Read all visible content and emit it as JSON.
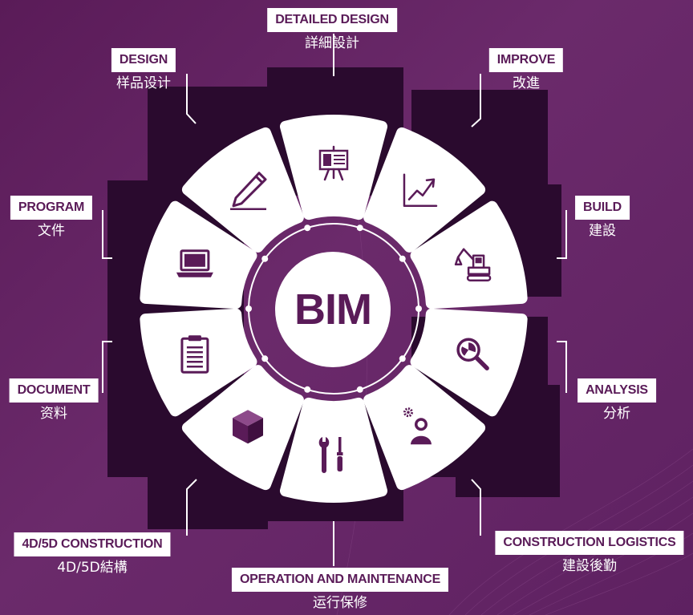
{
  "center": {
    "text": "BIM"
  },
  "segments": [
    {
      "id": "detailed-design",
      "en": "DETAILED DESIGN",
      "zh": "詳細設計",
      "icon": "presentation-board-icon"
    },
    {
      "id": "improve",
      "en": "IMPROVE",
      "zh": "改進",
      "icon": "trend-up-chart-icon"
    },
    {
      "id": "build",
      "en": "BUILD",
      "zh": "建設",
      "icon": "excavator-icon"
    },
    {
      "id": "analysis",
      "en": "ANALYSIS",
      "zh": "分析",
      "icon": "magnifier-pie-icon"
    },
    {
      "id": "construction-logistics",
      "en": "CONSTRUCTION LOGISTICS",
      "zh": "建設後勤",
      "icon": "worker-gear-icon"
    },
    {
      "id": "operation-and-maintenance",
      "en": "OPERATION AND MAINTENANCE",
      "zh": "运行保修",
      "icon": "wrench-screwdriver-icon"
    },
    {
      "id": "4d-5d-construction",
      "en": "4D/5D CONSTRUCTION",
      "zh": "4D/5D結構",
      "icon": "cube-icon"
    },
    {
      "id": "document",
      "en": "DOCUMENT",
      "zh": "资料",
      "icon": "clipboard-icon"
    },
    {
      "id": "program",
      "en": "PROGRAM",
      "zh": "文件",
      "icon": "laptop-icon"
    },
    {
      "id": "design",
      "en": "DESIGN",
      "zh": "样品设计",
      "icon": "pen-icon"
    }
  ],
  "colors": {
    "background": "#5a1b58",
    "panel": "#ffffff",
    "dark_square": "#2a0a2e",
    "accent": "#5a1b58"
  }
}
